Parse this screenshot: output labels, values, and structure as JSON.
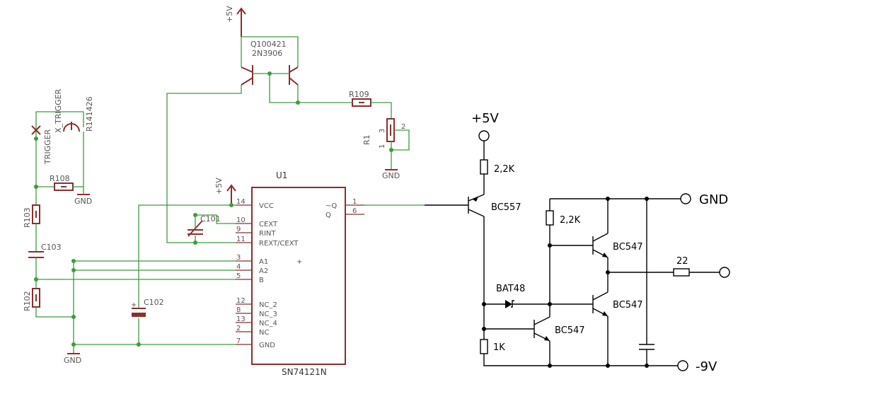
{
  "left": {
    "supply_top": "+5V",
    "q_labels": [
      "Q100421",
      "2N3906"
    ],
    "r109": "R109",
    "r1": "R1",
    "r1_pins": [
      "1",
      "2",
      "3"
    ],
    "gnd": "GND",
    "trigger": "TRIGGER",
    "x_trigger": "X_TRIGGER",
    "r141426": "R141426",
    "r108": "R108",
    "r103": "R103",
    "c103": "C103",
    "r102": "R102",
    "c101": "C101",
    "c102": "C102",
    "plus5v_small": "+5V"
  },
  "ic": {
    "name": "U1",
    "part": "SN74121N",
    "left_pins": [
      {
        "num": "14",
        "name": "VCC"
      },
      {
        "num": "10",
        "name": "CEXT"
      },
      {
        "num": "9",
        "name": "RINT"
      },
      {
        "num": "11",
        "name": "REXT/CEXT"
      },
      {
        "num": "3",
        "name": "A1"
      },
      {
        "num": "4",
        "name": "A2"
      },
      {
        "num": "5",
        "name": "B"
      },
      {
        "num": "12",
        "name": "NC_2"
      },
      {
        "num": "8",
        "name": "NC_3"
      },
      {
        "num": "13",
        "name": "NC_4"
      },
      {
        "num": "2",
        "name": "NC"
      },
      {
        "num": "7",
        "name": "GND"
      }
    ],
    "right_pins": [
      {
        "num": "1",
        "name": "~Q"
      },
      {
        "num": "6",
        "name": "Q"
      }
    ]
  },
  "right": {
    "plus5v": "+5V",
    "r_top": "2,2K",
    "q_pnp": "BC557",
    "gnd": "GND",
    "r_bias": "2,2K",
    "q_upper": "BC547",
    "r_out": "22",
    "diode": "BAT48",
    "q_lower": "BC547",
    "q_drive": "BC547",
    "r_1k": "1K",
    "minus9v": "-9V"
  }
}
